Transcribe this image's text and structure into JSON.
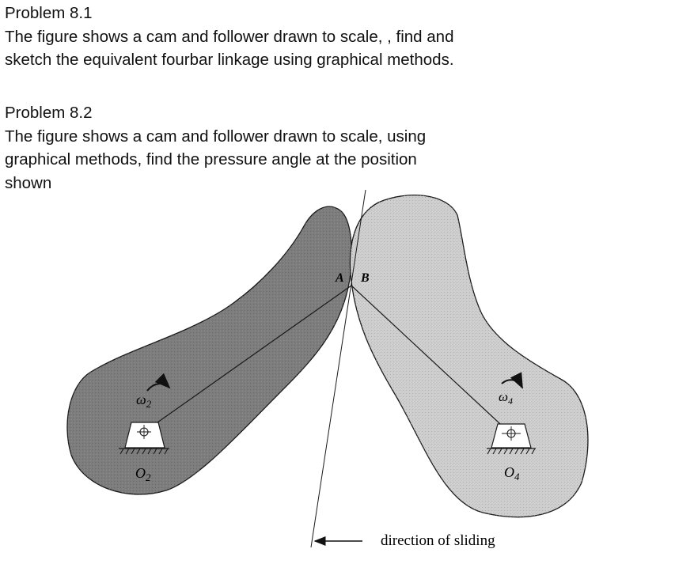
{
  "problems": [
    {
      "heading": "Problem 8.1",
      "line1": "The figure shows a cam and follower drawn to scale, , find and",
      "line2": "sketch the equivalent fourbar linkage using graphical methods."
    },
    {
      "heading": "Problem 8.2",
      "line1": "The figure shows a cam and follower drawn to scale, using",
      "line2": "graphical methods, find the pressure angle at the position",
      "line3": "shown"
    }
  ],
  "figure": {
    "point_a": "A",
    "point_b": "B",
    "omega2": "ω",
    "omega2_sub": "2",
    "omega4": "ω",
    "omega4_sub": "4",
    "pivot2": "O",
    "pivot2_sub": "2",
    "pivot4": "O",
    "pivot4_sub": "4",
    "sliding_label": "direction of sliding",
    "colors": {
      "cam2_fill": "#7d7d7d",
      "cam4_fill": "#cfcfcf",
      "outline": "#1a1a1a"
    }
  }
}
